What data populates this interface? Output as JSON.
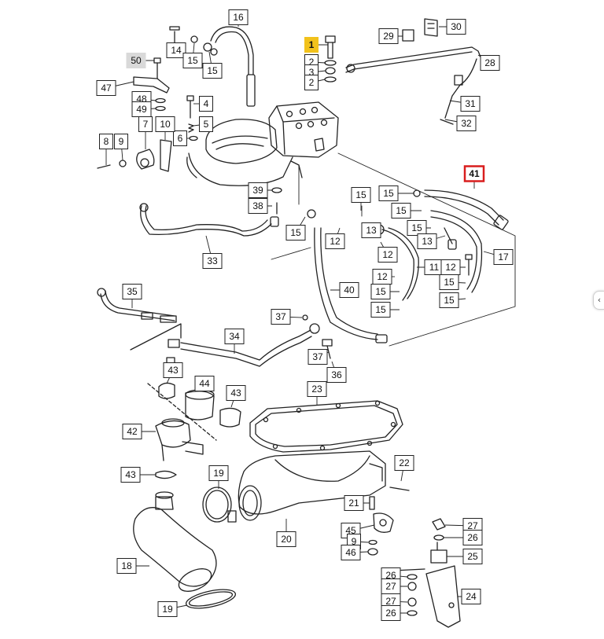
{
  "colors": {
    "line": "#222222",
    "label_bg": "#ffffff",
    "highlight_yellow": "#f2c21b",
    "highlight_red": "#d91e1e",
    "grey_label": "#d9d9d9"
  },
  "side_tab": {
    "icon": "chevron-left-icon",
    "glyph": "‹"
  },
  "labels": [
    {
      "id": "16",
      "text": "16"
    },
    {
      "id": "14",
      "text": "14"
    },
    {
      "id": "15a",
      "text": "15"
    },
    {
      "id": "15b",
      "text": "15"
    },
    {
      "id": "1",
      "text": "1",
      "highlight": "yellow"
    },
    {
      "id": "2a",
      "text": "2"
    },
    {
      "id": "3",
      "text": "3"
    },
    {
      "id": "2b",
      "text": "2"
    },
    {
      "id": "29",
      "text": "29"
    },
    {
      "id": "30",
      "text": "30"
    },
    {
      "id": "28",
      "text": "28"
    },
    {
      "id": "31",
      "text": "31"
    },
    {
      "id": "32",
      "text": "32"
    },
    {
      "id": "50",
      "text": "50",
      "highlight": "grey"
    },
    {
      "id": "47",
      "text": "47"
    },
    {
      "id": "48",
      "text": "48"
    },
    {
      "id": "49",
      "text": "49"
    },
    {
      "id": "4",
      "text": "4"
    },
    {
      "id": "5",
      "text": "5"
    },
    {
      "id": "6",
      "text": "6"
    },
    {
      "id": "7",
      "text": "7"
    },
    {
      "id": "10",
      "text": "10"
    },
    {
      "id": "8",
      "text": "8"
    },
    {
      "id": "9a",
      "text": "9"
    },
    {
      "id": "41",
      "text": "41",
      "highlight": "red"
    },
    {
      "id": "15c",
      "text": "15"
    },
    {
      "id": "15d",
      "text": "15"
    },
    {
      "id": "15e",
      "text": "15"
    },
    {
      "id": "15f",
      "text": "15"
    },
    {
      "id": "39",
      "text": "39"
    },
    {
      "id": "38",
      "text": "38"
    },
    {
      "id": "15g",
      "text": "15"
    },
    {
      "id": "13a",
      "text": "13"
    },
    {
      "id": "12a",
      "text": "12"
    },
    {
      "id": "13b",
      "text": "13"
    },
    {
      "id": "12b",
      "text": "12"
    },
    {
      "id": "17",
      "text": "17"
    },
    {
      "id": "33",
      "text": "33"
    },
    {
      "id": "11",
      "text": "11"
    },
    {
      "id": "12c",
      "text": "12"
    },
    {
      "id": "12d",
      "text": "12"
    },
    {
      "id": "15h",
      "text": "15"
    },
    {
      "id": "15i",
      "text": "15"
    },
    {
      "id": "15j",
      "text": "15"
    },
    {
      "id": "15k",
      "text": "15"
    },
    {
      "id": "40",
      "text": "40"
    },
    {
      "id": "35",
      "text": "35"
    },
    {
      "id": "37a",
      "text": "37"
    },
    {
      "id": "34",
      "text": "34"
    },
    {
      "id": "37b",
      "text": "37"
    },
    {
      "id": "36",
      "text": "36"
    },
    {
      "id": "43a",
      "text": "43"
    },
    {
      "id": "44",
      "text": "44"
    },
    {
      "id": "43b",
      "text": "43"
    },
    {
      "id": "23",
      "text": "23"
    },
    {
      "id": "42",
      "text": "42"
    },
    {
      "id": "43c",
      "text": "43"
    },
    {
      "id": "19a",
      "text": "19"
    },
    {
      "id": "22",
      "text": "22"
    },
    {
      "id": "21",
      "text": "21"
    },
    {
      "id": "45",
      "text": "45"
    },
    {
      "id": "9b",
      "text": "9"
    },
    {
      "id": "46",
      "text": "46"
    },
    {
      "id": "20",
      "text": "20"
    },
    {
      "id": "27a",
      "text": "27"
    },
    {
      "id": "26a",
      "text": "26"
    },
    {
      "id": "25",
      "text": "25"
    },
    {
      "id": "18",
      "text": "18"
    },
    {
      "id": "26b",
      "text": "26"
    },
    {
      "id": "27b",
      "text": "27"
    },
    {
      "id": "27c",
      "text": "27"
    },
    {
      "id": "24",
      "text": "24"
    },
    {
      "id": "26c",
      "text": "26"
    },
    {
      "id": "19b",
      "text": "19"
    }
  ]
}
